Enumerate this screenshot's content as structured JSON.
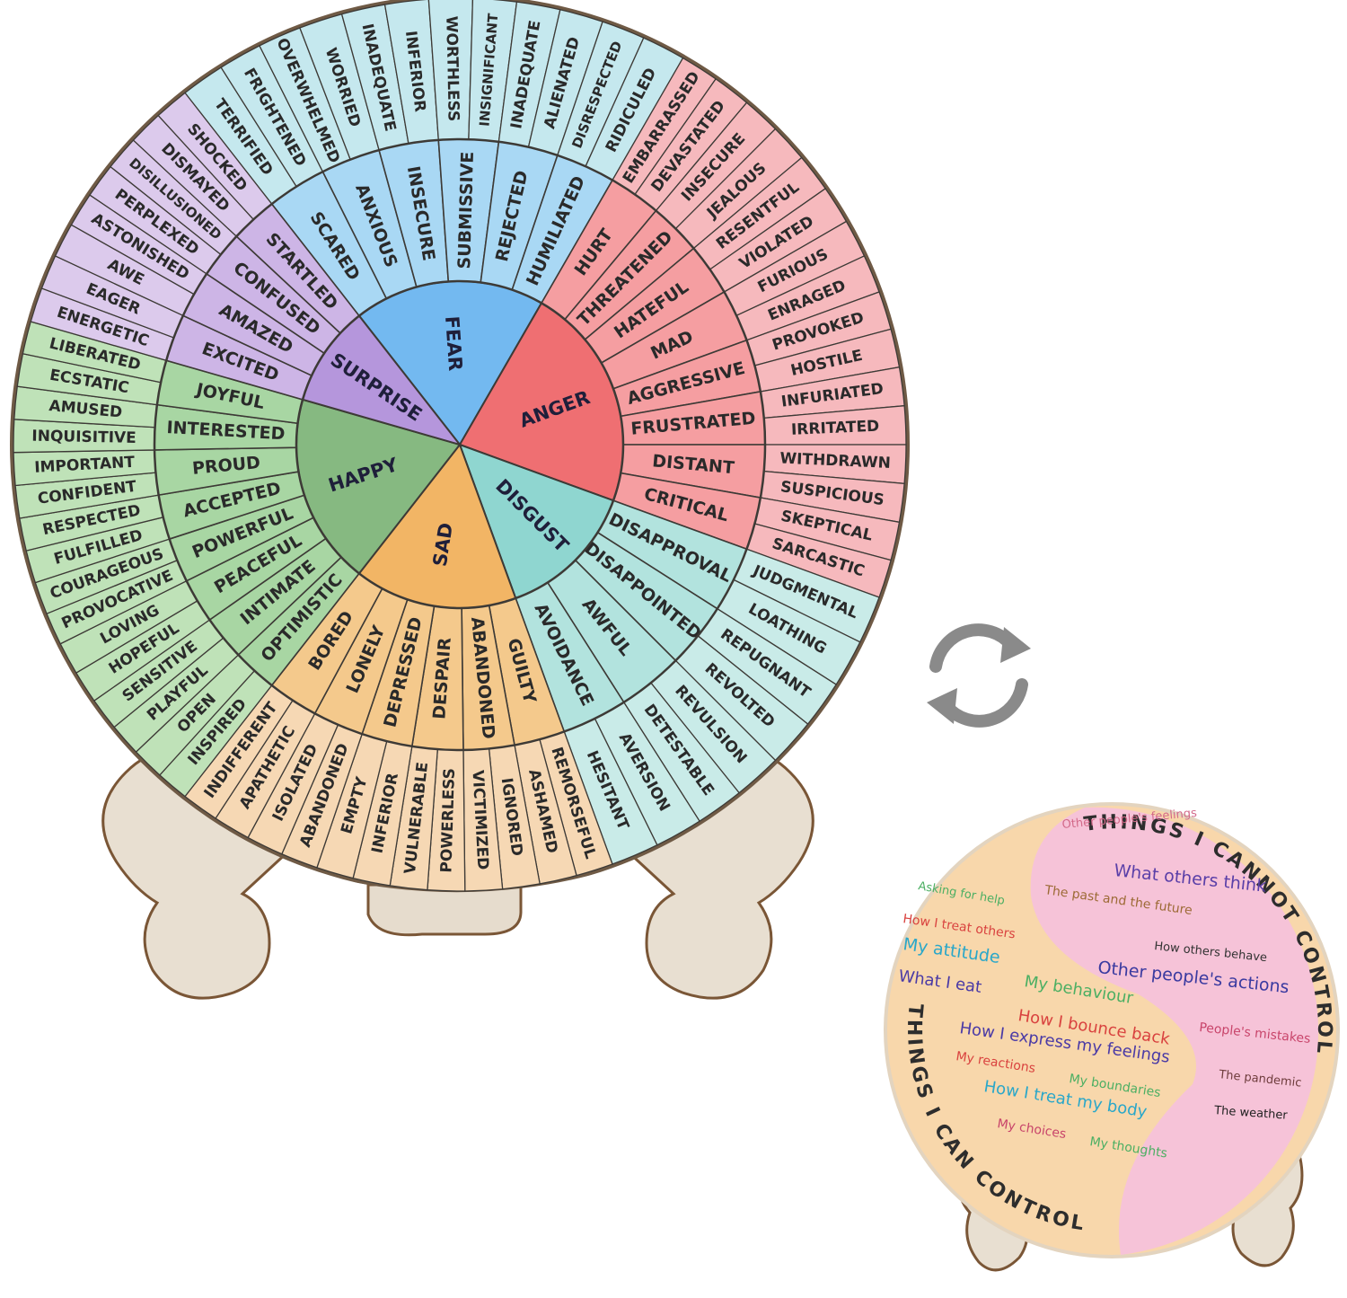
{
  "feelings_wheel": {
    "sectors": [
      {
        "core": "FEAR",
        "color": "#73b9f0",
        "mid_color": "#a9d8f4",
        "outer_color": "#c5e8ee",
        "groups": [
          {
            "mid": "SCARED",
            "outer": [
              "TERRIFIED",
              "FRIGHTENED"
            ]
          },
          {
            "mid": "ANXIOUS",
            "outer": [
              "OVERWHELMED",
              "WORRIED"
            ]
          },
          {
            "mid": "INSECURE",
            "outer": [
              "INADEQUATE",
              "INFERIOR"
            ]
          },
          {
            "mid": "SUBMISSIVE",
            "outer": [
              "WORTHLESS",
              "INSIGNIFICANT"
            ]
          },
          {
            "mid": "REJECTED",
            "outer": [
              "INADEQUATE",
              "ALIENATED"
            ]
          },
          {
            "mid": "HUMILIATED",
            "outer": [
              "DISRESPECTED",
              "RIDICULED"
            ]
          }
        ]
      },
      {
        "core": "ANGER",
        "color": "#ef6f72",
        "mid_color": "#f59ea1",
        "outer_color": "#f6b9bd",
        "groups": [
          {
            "mid": "HURT",
            "outer": [
              "EMBARRASSED",
              "DEVASTATED"
            ]
          },
          {
            "mid": "THREATENED",
            "outer": [
              "INSECURE",
              "JEALOUS"
            ]
          },
          {
            "mid": "HATEFUL",
            "outer": [
              "RESENTFUL",
              "VIOLATED"
            ]
          },
          {
            "mid": "MAD",
            "outer": [
              "FURIOUS",
              "ENRAGED"
            ]
          },
          {
            "mid": "AGGRESSIVE",
            "outer": [
              "PROVOKED",
              "HOSTILE"
            ]
          },
          {
            "mid": "FRUSTRATED",
            "outer": [
              "INFURIATED",
              "IRRITATED"
            ]
          },
          {
            "mid": "DISTANT",
            "outer": [
              "WITHDRAWN",
              "SUSPICIOUS"
            ]
          },
          {
            "mid": "CRITICAL",
            "outer": [
              "SKEPTICAL",
              "SARCASTIC"
            ]
          }
        ]
      },
      {
        "core": "DISGUST",
        "color": "#8fd6d0",
        "mid_color": "#b2e3de",
        "outer_color": "#c9ebe8",
        "groups": [
          {
            "mid": "DISAPPROVAL",
            "outer": [
              "JUDGMENTAL",
              "LOATHING"
            ]
          },
          {
            "mid": "DISAPPOINTED",
            "outer": [
              "REPUGNANT",
              "REVOLTED"
            ]
          },
          {
            "mid": "AWFUL",
            "outer": [
              "REVULSION",
              "DETESTABLE"
            ]
          },
          {
            "mid": "AVOIDANCE",
            "outer": [
              "AVERSION",
              "HESITANT"
            ]
          }
        ]
      },
      {
        "core": "SAD",
        "color": "#f2b565",
        "mid_color": "#f4c98c",
        "outer_color": "#f6d8b4",
        "groups": [
          {
            "mid": "GUILTY",
            "outer": [
              "REMORSEFUL",
              "ASHAMED"
            ]
          },
          {
            "mid": "ABANDONED",
            "outer": [
              "IGNORED",
              "VICTIMIZED"
            ]
          },
          {
            "mid": "DESPAIR",
            "outer": [
              "POWERLESS",
              "VULNERABLE"
            ]
          },
          {
            "mid": "DEPRESSED",
            "outer": [
              "INFERIOR",
              "EMPTY"
            ]
          },
          {
            "mid": "LONELY",
            "outer": [
              "ABANDONED",
              "ISOLATED"
            ]
          },
          {
            "mid": "BORED",
            "outer": [
              "APATHETIC",
              "INDIFFERENT"
            ]
          }
        ]
      },
      {
        "core": "HAPPY",
        "color": "#86b981",
        "mid_color": "#a8d6a3",
        "outer_color": "#bfe2b8",
        "groups": [
          {
            "mid": "OPTIMISTIC",
            "outer": [
              "INSPIRED",
              "OPEN"
            ]
          },
          {
            "mid": "INTIMATE",
            "outer": [
              "PLAYFUL",
              "SENSITIVE"
            ]
          },
          {
            "mid": "PEACEFUL",
            "outer": [
              "HOPEFUL",
              "LOVING"
            ]
          },
          {
            "mid": "POWERFUL",
            "outer": [
              "PROVOCATIVE",
              "COURAGEOUS"
            ]
          },
          {
            "mid": "ACCEPTED",
            "outer": [
              "FULFILLED",
              "RESPECTED"
            ]
          },
          {
            "mid": "PROUD",
            "outer": [
              "CONFIDENT",
              "IMPORTANT"
            ]
          },
          {
            "mid": "INTERESTED",
            "outer": [
              "INQUISITIVE",
              "AMUSED"
            ]
          },
          {
            "mid": "JOYFUL",
            "outer": [
              "ECSTATIC",
              "LIBERATED"
            ]
          }
        ]
      },
      {
        "core": "SURPRISE",
        "color": "#b596dc",
        "mid_color": "#cdb5e6",
        "outer_color": "#dccaec",
        "groups": [
          {
            "mid": "EXCITED",
            "outer": [
              "ENERGETIC",
              "EAGER"
            ]
          },
          {
            "mid": "AMAZED",
            "outer": [
              "AWE",
              "ASTONISHED"
            ]
          },
          {
            "mid": "CONFUSED",
            "outer": [
              "PERPLEXED",
              "DISILLUSIONED"
            ]
          },
          {
            "mid": "STARTLED",
            "outer": [
              "DISMAYED",
              "SHOCKED"
            ]
          }
        ]
      }
    ]
  },
  "swap_icon": "swap-arrows-icon",
  "control_circle": {
    "cannot_title": "THINGS I CANNOT CONTROL",
    "can_title": "THINGS I CAN CONTROL",
    "cannot_color": "#f6c3d8",
    "can_color": "#f8d7ab",
    "cannot_items": [
      {
        "text": "Other people's feelings",
        "color": "#d36a8a"
      },
      {
        "text": "What others think",
        "color": "#5a3fa8"
      },
      {
        "text": "The past and the future",
        "color": "#9c6a35"
      },
      {
        "text": "How others behave",
        "color": "#333333"
      },
      {
        "text": "Other people's actions",
        "color": "#3a3aa0"
      },
      {
        "text": "People's mistakes",
        "color": "#c8446a"
      },
      {
        "text": "The pandemic",
        "color": "#6e3c3c"
      },
      {
        "text": "The weather",
        "color": "#222222"
      }
    ],
    "can_items": [
      {
        "text": "Asking for help",
        "color": "#4caf63"
      },
      {
        "text": "How I treat others",
        "color": "#d9423f"
      },
      {
        "text": "My attitude",
        "color": "#2aa7c9"
      },
      {
        "text": "What I eat",
        "color": "#4a3aa6"
      },
      {
        "text": "My behaviour",
        "color": "#4caf63"
      },
      {
        "text": "How I bounce back",
        "color": "#d9423f"
      },
      {
        "text": "How I express my feelings",
        "color": "#4a3aa6"
      },
      {
        "text": "My reactions",
        "color": "#d9423f"
      },
      {
        "text": "My boundaries",
        "color": "#4caf63"
      },
      {
        "text": "How I treat my body",
        "color": "#2aa7c9"
      },
      {
        "text": "My choices",
        "color": "#c8446a"
      },
      {
        "text": "My thoughts",
        "color": "#4caf63"
      }
    ]
  }
}
